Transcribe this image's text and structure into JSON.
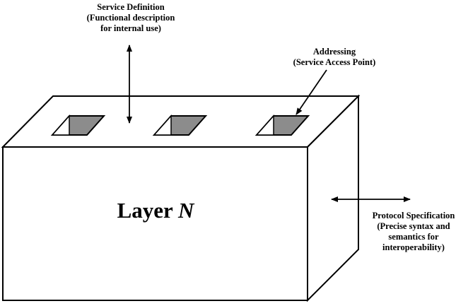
{
  "labels": {
    "service_definition": {
      "line1": "Service Definition",
      "line2": "(Functional description",
      "line3": "for internal use)"
    },
    "addressing": {
      "line1": "Addressing",
      "line2": "(Service Access Point)"
    },
    "protocol_specification": {
      "line1": "Protocol Specification",
      "line2": "(Precise syntax and",
      "line3": "semantics for",
      "line4": "interoperability)"
    }
  },
  "layer": {
    "word": "Layer",
    "variable": "N"
  },
  "colors": {
    "line": "#000000",
    "box_fill": "#ffffff",
    "access_point_fill": "#8c8c8c"
  }
}
